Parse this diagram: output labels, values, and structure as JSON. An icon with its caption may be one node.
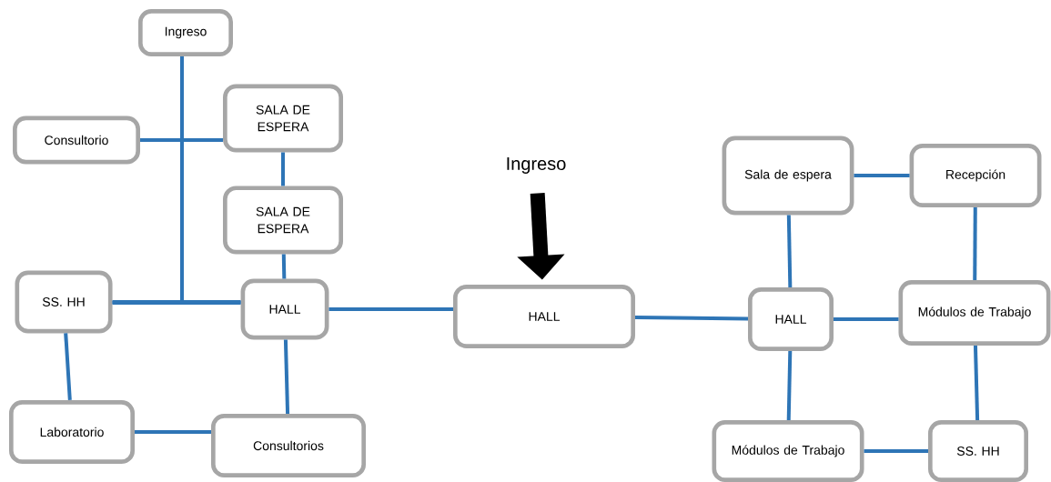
{
  "diagram": {
    "nodes": [
      {
        "text": [
          "Ingreso"
        ]
      },
      {
        "text": [
          "Consultorio"
        ]
      },
      {
        "text": [
          "SALA DE ESPERA"
        ]
      },
      {
        "text": [
          "SALA DE ESPERA"
        ]
      },
      {
        "text": [
          "SS. HH"
        ]
      },
      {
        "text": [
          "HALL"
        ]
      },
      {
        "text": [
          "Laboratorio"
        ]
      },
      {
        "text": [
          "Consultorios"
        ]
      },
      {
        "text": [
          "Ingreso"
        ]
      },
      {
        "text": [
          "HALL"
        ]
      },
      {
        "text": [
          "Sala de espera"
        ]
      },
      {
        "text": [
          "Recepción"
        ]
      },
      {
        "text": [
          "HALL"
        ]
      },
      {
        "text": [
          "Módulos de Trabajo"
        ]
      },
      {
        "text": [
          "Módulos de Trabajo"
        ]
      },
      {
        "text": [
          "SS. HH"
        ]
      }
    ],
    "edges": [
      {
        "from": 1,
        "to": 2,
        "arrow": "none"
      },
      {
        "from": 0,
        "to": 4,
        "arrow": "none"
      },
      {
        "from": 0,
        "to": 5,
        "arrow": "none"
      },
      {
        "from": 4,
        "to": 5,
        "arrow": "none"
      },
      {
        "from": 2,
        "to": 3,
        "arrow": "none"
      },
      {
        "from": 3,
        "to": 5,
        "arrow": "none"
      },
      {
        "from": 4,
        "to": 6,
        "arrow": "none"
      },
      {
        "from": 5,
        "to": 7,
        "arrow": "none"
      },
      {
        "from": 6,
        "to": 7,
        "arrow": "none"
      },
      {
        "from": 5,
        "to": 9,
        "arrow": "none"
      },
      {
        "from": 8,
        "to": 9,
        "arrow": "to",
        "style": "thick",
        "color": "#000000"
      },
      {
        "from": 9,
        "to": 12,
        "arrow": "none"
      },
      {
        "from": 10,
        "to": 11,
        "arrow": "none"
      },
      {
        "from": 10,
        "to": 12,
        "arrow": "none"
      },
      {
        "from": 11,
        "to": 13,
        "arrow": "none"
      },
      {
        "from": 12,
        "to": 13,
        "arrow": "none"
      },
      {
        "from": 12,
        "to": 14,
        "arrow": "none"
      },
      {
        "from": 13,
        "to": 15,
        "arrow": "none"
      },
      {
        "from": 14,
        "to": 15,
        "arrow": "none"
      }
    ]
  }
}
